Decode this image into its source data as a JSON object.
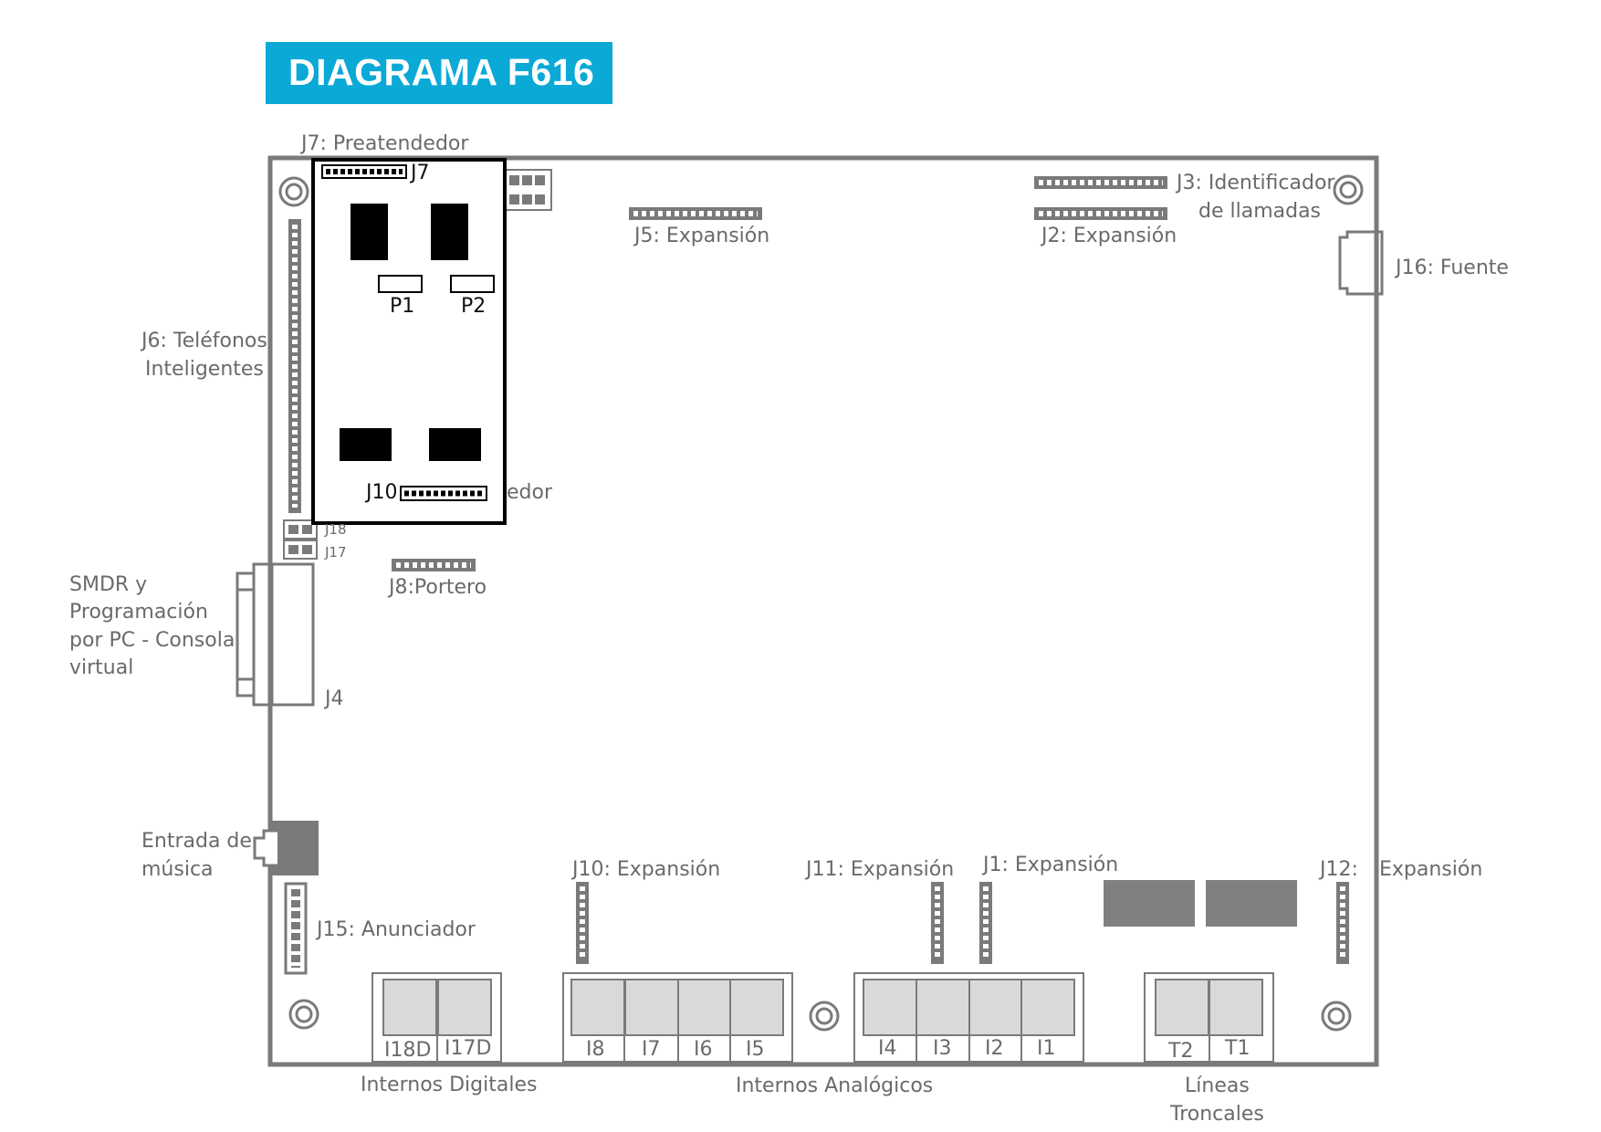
{
  "title": "DIAGRAMA F616",
  "labels": {
    "j7": "J7: Preatendedor",
    "j3": "J3: Identificador",
    "j3b": "de llamadas",
    "j5": "J5: Expansión",
    "j2": "J2: Expansión",
    "j16": "J16: Fuente",
    "j6a": "J6: Teléfonos",
    "j6b": "Inteligentes",
    "j10top": "edor",
    "j18": "J18",
    "j17": "J17",
    "j8": "J8:Portero",
    "smdr1": "SMDR y",
    "smdr2": "Programación",
    "smdr3": "por PC - Consola",
    "smdr4": "virtual",
    "j4": "J4",
    "entrada1": "Entrada de",
    "entrada2": "música",
    "j15": "J15: Anunciador",
    "j10exp": "J10: Expansión",
    "j11exp": "J11: Expansión",
    "j1exp": "J1: Expansión",
    "j12": "J12:",
    "j12exp": "Expansión",
    "internos_digitales": "Internos Digitales",
    "internos_analogicos": "Internos Analógicos",
    "lineas1": "Líneas",
    "lineas2": "Troncales"
  },
  "module": {
    "j7": "J7",
    "j10": "J10",
    "p1": "P1",
    "p2": "P2"
  },
  "ports": {
    "digital": [
      "I18D",
      "I17D"
    ],
    "analog_left": [
      "I8",
      "I7",
      "I6",
      "I5"
    ],
    "analog_right": [
      "I4",
      "I3",
      "I2",
      "I1"
    ],
    "trunks": [
      "T2",
      "T1"
    ]
  },
  "colors": {
    "title_bg": "#0aa9d6",
    "board": "#7a7a7a",
    "port_fill": "#d9d9d9",
    "block_fill": "#808080",
    "module": "#000000"
  }
}
